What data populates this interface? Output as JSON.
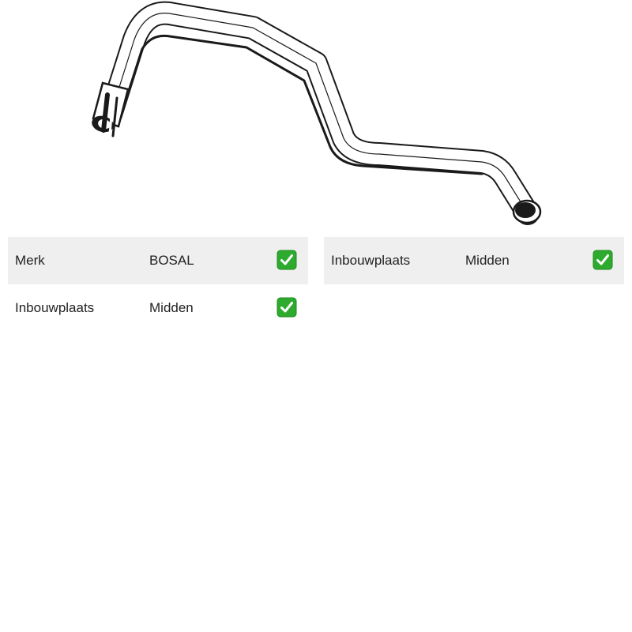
{
  "product": {
    "image_icon": "exhaust-pipe-illustration"
  },
  "specs_left": [
    {
      "label": "Merk",
      "value": "BOSAL",
      "status_icon": "check-mark-button"
    },
    {
      "label": "Inbouwplaats",
      "value": "Midden",
      "status_icon": "check-mark-button"
    }
  ],
  "specs_right": [
    {
      "label": "Inbouwplaats",
      "value": "Midden",
      "status_icon": "check-mark-button"
    }
  ],
  "colors": {
    "row_shade": "#efefef",
    "check_green": "#2eaa2e"
  }
}
